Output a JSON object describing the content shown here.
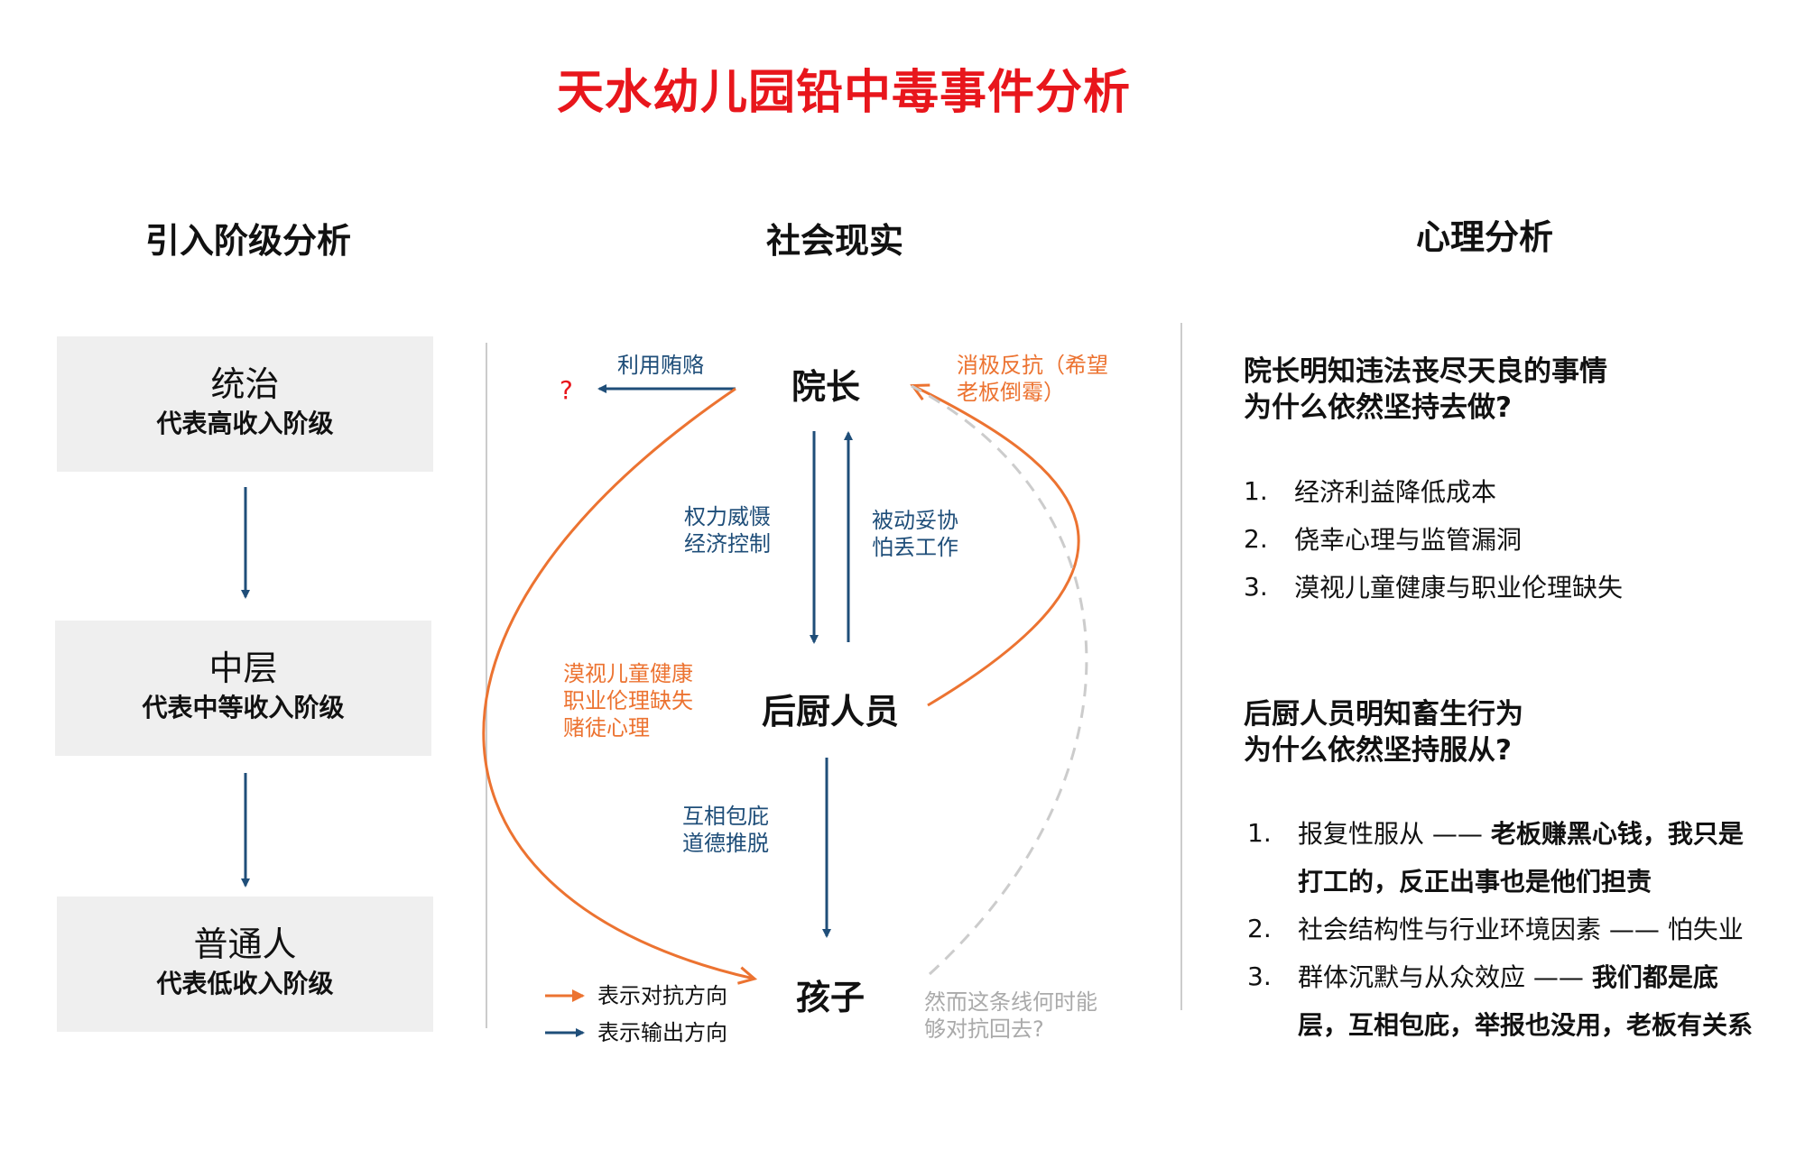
{
  "title": "天水幼儿园铅中毒事件分析",
  "columns": {
    "left": "引入阶级分析",
    "middle": "社会现实",
    "right": "心理分析"
  },
  "classes": [
    {
      "level": "统治",
      "desc": "代表高收入阶级"
    },
    {
      "level": "中层",
      "desc": "代表中等收入阶级"
    },
    {
      "level": "普通人",
      "desc": "代表低收入阶级"
    }
  ],
  "diagram": {
    "nodes": {
      "principal": "院长",
      "kitchen": "后厨人员",
      "child": "孩子",
      "unknown": "?"
    },
    "labels": {
      "bribe": "利用贿赂",
      "power_1": "权力威慑",
      "power_2": "经济控制",
      "compromise_1": "被动妥协",
      "compromise_2": "怕丢工作",
      "neglect_1": "漠视儿童健康",
      "neglect_2": "职业伦理缺失",
      "neglect_3": "赌徒心理",
      "cover_1": "互相包庇",
      "cover_2": "道德推脱",
      "resist_1": "消极反抗（希望",
      "resist_2": "老板倒霉）",
      "question_1": "然而这条线何时能",
      "question_2": "够对抗回去?"
    },
    "legend": [
      {
        "label": "表示对抗方向",
        "color": "#ec7331"
      },
      {
        "label": "表示输出方向",
        "color": "#1f4e79"
      }
    ],
    "colors": {
      "output": "#1f4e79",
      "resist": "#ec7331",
      "pending": "#cccccc",
      "title": "#e8161c"
    }
  },
  "analysis": {
    "q1": {
      "line1": "院长明知违法丧尽天良的事情",
      "line2": "为什么依然坚持去做?"
    },
    "q1_items": [
      {
        "num": "1.",
        "text": "经济利益降低成本"
      },
      {
        "num": "2.",
        "text": "侥幸心理与监管漏洞"
      },
      {
        "num": "3.",
        "text": "漠视儿童健康与职业伦理缺失"
      }
    ],
    "q2": {
      "line1": "后厨人员明知畜生行为",
      "line2": "为什么依然坚持服从?"
    },
    "q2_items": [
      {
        "num": "1.",
        "plain": "报复性服从 —— ",
        "bold_1": "老板赚黑心钱，我只是",
        "bold_2": "打工的，反正出事也是他们担责"
      },
      {
        "num": "2.",
        "plain": "社会结构性与行业环境因素 —— 怕失业"
      },
      {
        "num": "3.",
        "plain": "群体沉默与从众效应 —— ",
        "bold_1": "我们都是底",
        "bold_2": "层，互相包庇，举报也没用，老板有关系"
      }
    ]
  }
}
